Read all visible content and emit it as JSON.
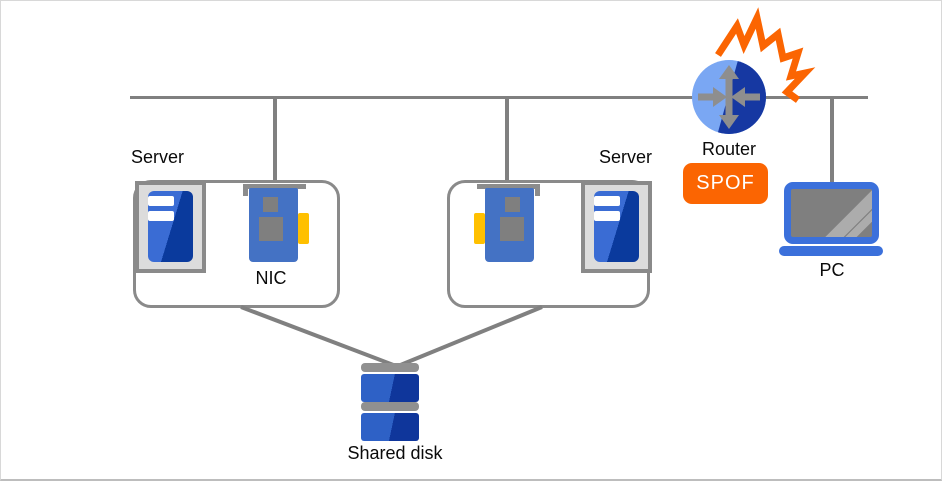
{
  "diagram": {
    "server_group_1": {
      "label": "Server",
      "nic_label": "NIC"
    },
    "server_group_2": {
      "label": "Server"
    },
    "router": {
      "label": "Router",
      "badge": "SPOF"
    },
    "pc": {
      "label": "PC"
    },
    "shared_disk": {
      "label": "Shared disk"
    }
  },
  "colors": {
    "line_gray": "#808080",
    "border_gray": "#8A8A8A",
    "failure_orange": "#FB6502",
    "badge_orange": "#FB6502",
    "nic_blue": "#4472C4",
    "server_blue_light": "#3A6CD4",
    "server_blue_dark": "#0A3A9D",
    "router_blue_light": "#7AA7F3",
    "router_blue_dark": "#1638A2",
    "laptop_blue": "#3B70DB",
    "disk_blue_light": "#2E61C6",
    "disk_blue_dark": "#0F369B",
    "chip_gray": "#7F7F7F",
    "connector_yellow": "#FFC000",
    "icon_bg_gray": "#DCDCDC",
    "screen_gray": "#7F7F7F"
  }
}
